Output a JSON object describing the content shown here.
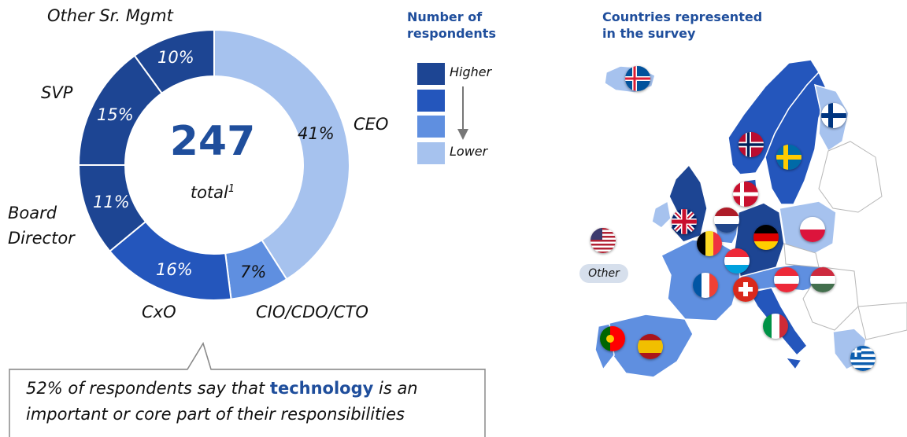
{
  "chart_data": {
    "type": "donut",
    "center_value": "247",
    "center_label": "total",
    "center_superscript": "1",
    "series": [
      {
        "name": "CEO",
        "value": 41,
        "value_label": "41%",
        "color": "#a6c2ee"
      },
      {
        "name": "CIO/CDO/CTO",
        "value": 7,
        "value_label": "7%",
        "color": "#5f8fe0"
      },
      {
        "name": "CxO",
        "value": 16,
        "value_label": "16%",
        "color": "#2456bc"
      },
      {
        "name": "Board Director",
        "value": 11,
        "value_label": "11%",
        "color": "#1d4593"
      },
      {
        "name": "SVP",
        "value": 15,
        "value_label": "15%",
        "color": "#1d4593"
      },
      {
        "name": "Other Sr. Mgmt",
        "value": 10,
        "value_label": "10%",
        "color": "#1d4593"
      }
    ]
  },
  "labels": {
    "ceo": "CEO",
    "cio": "CIO/CDO/CTO",
    "cxo": "CxO",
    "board_line1": "Board",
    "board_line2": "Director",
    "svp": "SVP",
    "other": "Other Sr. Mgmt"
  },
  "legend": {
    "title_line1": "Number of",
    "title_line2": "respondents",
    "higher": "Higher",
    "lower": "Lower",
    "colors": [
      "#1d4593",
      "#2456bc",
      "#5f8fe0",
      "#a6c2ee"
    ]
  },
  "map": {
    "title_line1": "Countries represented",
    "title_line2": "in the survey",
    "other_label": "Other",
    "flags": [
      "Iceland",
      "Norway",
      "Sweden",
      "Finland",
      "Denmark",
      "United Kingdom",
      "Netherlands",
      "Belgium",
      "Germany",
      "Poland",
      "Luxembourg",
      "France",
      "Switzerland",
      "Austria",
      "Hungary",
      "Italy",
      "Portugal",
      "Spain",
      "Greece",
      "United States"
    ]
  },
  "callout": {
    "text_before": "52% of respondents say that ",
    "highlight": "technology",
    "text_after": " is an important or core part of their responsibilities"
  }
}
